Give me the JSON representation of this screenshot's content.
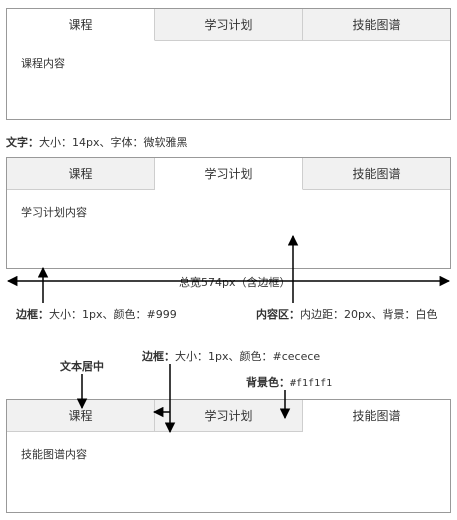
{
  "panel1": {
    "tabs": [
      "课程",
      "学习计划",
      "技能图谱"
    ],
    "active": 0,
    "content": "课程内容"
  },
  "text_note": {
    "label": "文字：",
    "desc": "大小：14px、字体：微软雅黑"
  },
  "panel2": {
    "tabs": [
      "课程",
      "学习计划",
      "技能图谱"
    ],
    "active": 1,
    "content": "学习计划内容"
  },
  "width_note": "总宽574px（含边框）",
  "border_note": {
    "label": "边框：",
    "desc": "大小：1px、颜色：#999"
  },
  "content_note": {
    "label": "内容区：",
    "desc": "内边距：20px、背景：白色"
  },
  "center_note": "文本居中",
  "tab_border_note": {
    "label": "边框：",
    "desc": "大小：1px、颜色：#cecece"
  },
  "bg_note": {
    "label": "背景色：",
    "desc": "#f1f1f1"
  },
  "panel3": {
    "tabs": [
      "课程",
      "学习计划",
      "技能图谱"
    ],
    "active": 2,
    "content": "技能图谱内容"
  },
  "colors": {
    "outer_border": "#999999",
    "tab_border": "#cecece",
    "tab_background": "#f1f1f1",
    "content_background": "#ffffff"
  }
}
